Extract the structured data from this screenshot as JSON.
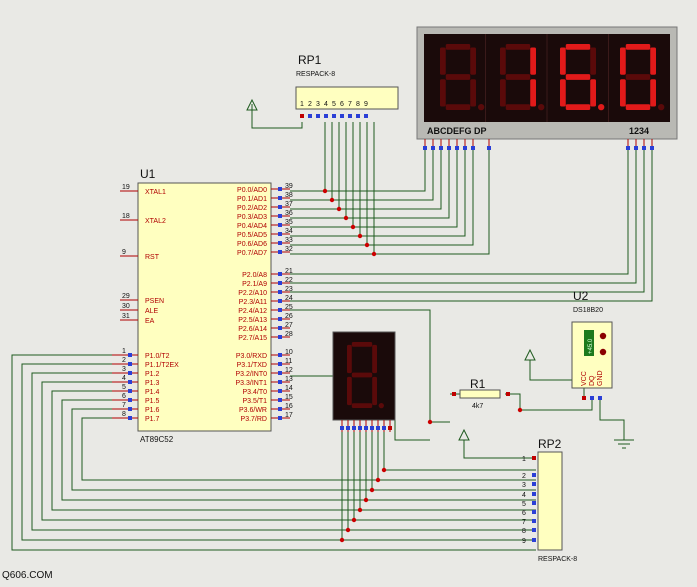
{
  "components": {
    "rp1": {
      "ref": "RP1",
      "type": "RESPACK-8"
    },
    "rp2": {
      "ref": "RP2",
      "type": "RESPACK-8"
    },
    "u1": {
      "ref": "U1",
      "type": "AT89C52"
    },
    "u2": {
      "ref": "U2",
      "type": "DS18B20",
      "pins": [
        "VCC",
        "DQ",
        "GND"
      ],
      "display": "+45.0"
    },
    "r1": {
      "ref": "R1",
      "value": "4k7"
    },
    "display4": {
      "seg_label": "ABCDEFG DP",
      "digit_label": "1234",
      "digits": [
        "",
        "1",
        "6.",
        "0"
      ]
    },
    "display1": {
      "digit": ""
    }
  },
  "u1_pins": {
    "left": [
      {
        "num": "19",
        "name": "XTAL1"
      },
      {
        "num": "18",
        "name": "XTAL2"
      },
      {
        "num": "9",
        "name": "RST"
      },
      {
        "num": "29",
        "name": "PSEN"
      },
      {
        "num": "30",
        "name": "ALE"
      },
      {
        "num": "31",
        "name": "EA"
      },
      {
        "num": "1",
        "name": "P1.0/T2"
      },
      {
        "num": "2",
        "name": "P1.1/T2EX"
      },
      {
        "num": "3",
        "name": "P1.2"
      },
      {
        "num": "4",
        "name": "P1.3"
      },
      {
        "num": "5",
        "name": "P1.4"
      },
      {
        "num": "6",
        "name": "P1.5"
      },
      {
        "num": "7",
        "name": "P1.6"
      },
      {
        "num": "8",
        "name": "P1.7"
      }
    ],
    "right": [
      {
        "num": "39",
        "name": "P0.0/AD0"
      },
      {
        "num": "38",
        "name": "P0.1/AD1"
      },
      {
        "num": "37",
        "name": "P0.2/AD2"
      },
      {
        "num": "36",
        "name": "P0.3/AD3"
      },
      {
        "num": "35",
        "name": "P0.4/AD4"
      },
      {
        "num": "34",
        "name": "P0.5/AD5"
      },
      {
        "num": "33",
        "name": "P0.6/AD6"
      },
      {
        "num": "32",
        "name": "P0.7/AD7"
      },
      {
        "num": "21",
        "name": "P2.0/A8"
      },
      {
        "num": "22",
        "name": "P2.1/A9"
      },
      {
        "num": "23",
        "name": "P2.2/A10"
      },
      {
        "num": "24",
        "name": "P2.3/A11"
      },
      {
        "num": "25",
        "name": "P2.4/A12"
      },
      {
        "num": "26",
        "name": "P2.5/A13"
      },
      {
        "num": "27",
        "name": "P2.6/A14"
      },
      {
        "num": "28",
        "name": "P2.7/A15"
      },
      {
        "num": "10",
        "name": "P3.0/RXD"
      },
      {
        "num": "11",
        "name": "P3.1/TXD"
      },
      {
        "num": "12",
        "name": "P3.2/INT0"
      },
      {
        "num": "13",
        "name": "P3.3/INT1"
      },
      {
        "num": "14",
        "name": "P3.4/T0"
      },
      {
        "num": "15",
        "name": "P3.5/T1"
      },
      {
        "num": "16",
        "name": "P3.6/WR"
      },
      {
        "num": "17",
        "name": "P3.7/RD"
      }
    ]
  },
  "rp1_pins": [
    "1",
    "2",
    "3",
    "4",
    "5",
    "6",
    "7",
    "8",
    "9"
  ],
  "rp2_pins": [
    "1",
    "2",
    "3",
    "4",
    "5",
    "6",
    "7",
    "8",
    "9"
  ],
  "watermark": "Q606.COM",
  "colors": {
    "wire": "#1e5a1e",
    "pin": "#b00000",
    "segment_on": "#e11a1a",
    "segment_off": "#5a0a0a",
    "chip": "#ffffc0"
  }
}
